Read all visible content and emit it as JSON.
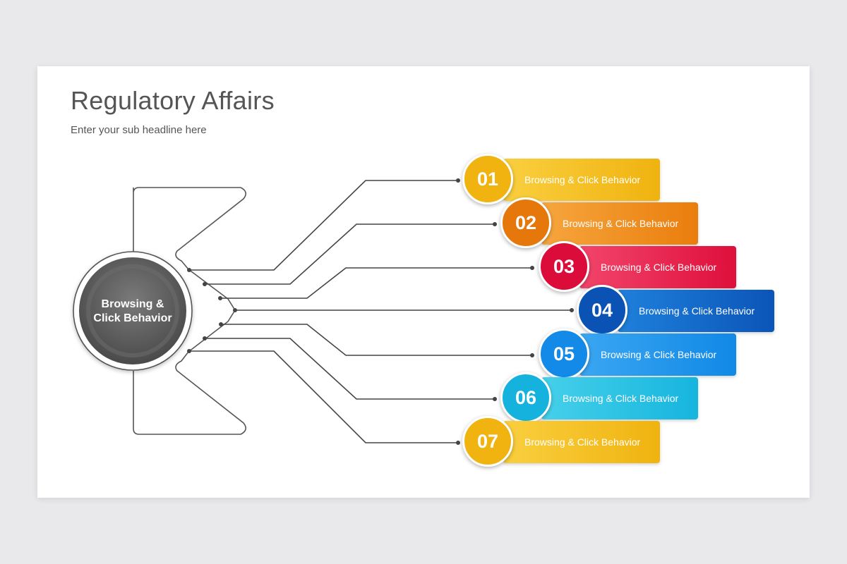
{
  "slide": {
    "title": "Regulatory Affairs",
    "subtitle": "Enter your sub headline here"
  },
  "hub": {
    "label_line1": "Browsing &",
    "label_line2": "Click Behavior"
  },
  "items": [
    {
      "number": "01",
      "label": "Browsing & Click Behavior",
      "bar_color_light": "#f9cf3f",
      "bar_color_dark": "#f0b310",
      "circle_color": "#f0b310"
    },
    {
      "number": "02",
      "label": "Browsing & Click Behavior",
      "bar_color_light": "#f6a63e",
      "bar_color_dark": "#ea7d0c",
      "circle_color": "#e5770b"
    },
    {
      "number": "03",
      "label": "Browsing & Click Behavior",
      "bar_color_light": "#f2456b",
      "bar_color_dark": "#de0f3b",
      "circle_color": "#dc0c3a"
    },
    {
      "number": "04",
      "label": "Browsing & Click Behavior",
      "bar_color_light": "#1f80dc",
      "bar_color_dark": "#0b55b8",
      "circle_color": "#0a52b4"
    },
    {
      "number": "05",
      "label": "Browsing & Click Behavior",
      "bar_color_light": "#3aa6f2",
      "bar_color_dark": "#1189e6",
      "circle_color": "#1389e8"
    },
    {
      "number": "06",
      "label": "Browsing & Click Behavior",
      "bar_color_light": "#46d0ea",
      "bar_color_dark": "#16b5de",
      "circle_color": "#14b2dd"
    },
    {
      "number": "07",
      "label": "Browsing & Click Behavior",
      "bar_color_light": "#f9cf3f",
      "bar_color_dark": "#f0b310",
      "circle_color": "#f0b310"
    }
  ]
}
